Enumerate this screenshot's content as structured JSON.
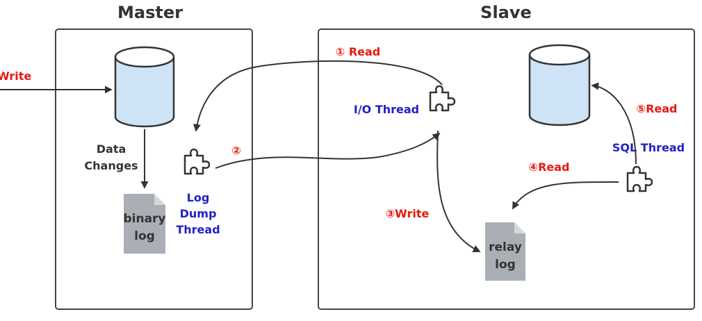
{
  "master": {
    "title": "Master"
  },
  "slave": {
    "title": "Slave"
  },
  "labels": {
    "write": "Write",
    "data_changes_line1": "Data",
    "data_changes_line2": "Changes",
    "binary_log_line1": "binary",
    "binary_log_line2": "log",
    "log_dump_line1": "Log",
    "log_dump_line2": "Dump",
    "log_dump_line3": "Thread",
    "step2": "②",
    "step1_read": "① Read",
    "io_thread": "I/O Thread",
    "step3_write": "③Write",
    "relay_log_line1": "relay",
    "relay_log_line2": "log",
    "step4_read": "④Read",
    "sql_thread": "SQL Thread",
    "step5_read": "⑤Read"
  },
  "colors": {
    "red_label": "#e8170f",
    "blue_label": "#1f1fc8",
    "database_fill": "#cfe3f6",
    "document_fill": "#a9afb5"
  },
  "icons": [
    "database-icon",
    "document-icon",
    "puzzle-piece-icon"
  ]
}
